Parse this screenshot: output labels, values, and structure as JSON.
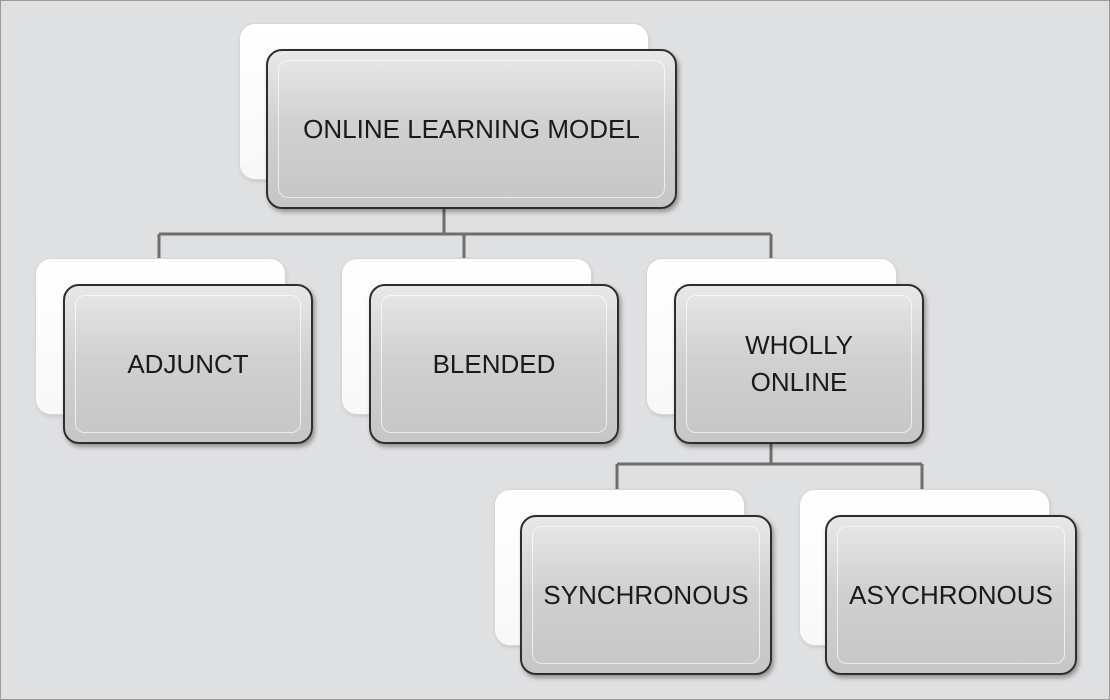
{
  "diagram": {
    "root": {
      "label": "ONLINE LEARNING MODEL"
    },
    "level1": {
      "adjunct": {
        "label": "ADJUNCT"
      },
      "blended": {
        "label": "BLENDED"
      },
      "wholly_online": {
        "line1": "WHOLLY",
        "line2": "ONLINE"
      }
    },
    "level2": {
      "synchronous": {
        "label": "SYNCHRONOUS"
      },
      "asynchronous": {
        "label": "ASYCHRONOUS"
      }
    },
    "colors": {
      "background": "#dfe0e2",
      "card_fill": "#d0d0d0",
      "card_border": "#2e2e2e",
      "connector": "#6e6e6e"
    }
  }
}
